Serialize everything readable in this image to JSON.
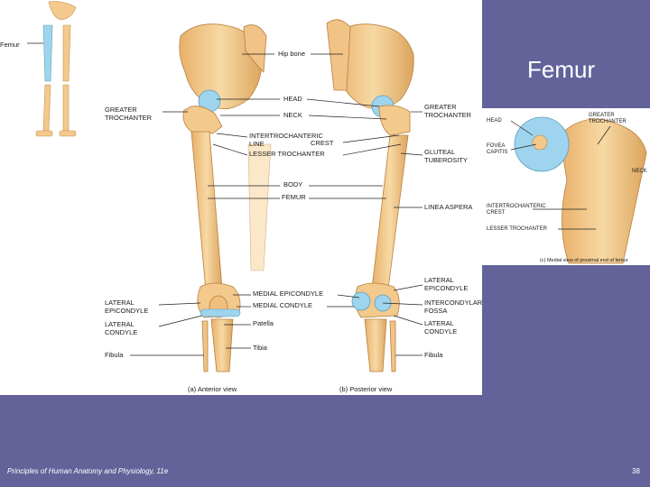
{
  "slide": {
    "title": "Femur",
    "footer": "Principles of Human Anatomy and Physiology, 11e",
    "page_number": "38"
  },
  "figure": {
    "thumb_label": "Femur",
    "labels": {
      "hip_bone": "Hip bone",
      "greater_trochanter_l": "GREATER\nTROCHANTER",
      "head_a": "HEAD",
      "neck_a": "NECK",
      "intertrochanteric_line": "INTERTROCHANTERIC\nLINE",
      "intertrochanteric_crest": "CREST",
      "lesser_trochanter": "LESSER TROCHANTER",
      "body": "BODY",
      "femur": "FEMUR",
      "lateral_epicondyle_l": "LATERAL\nEPICONDYLE",
      "lateral_condyle_l": "LATERAL\nCONDYLE",
      "fibula_l": "Fibula",
      "medial_epicondyle": "MEDIAL EPICONDYLE",
      "medial_condyle": "MEDIAL CONDYLE",
      "patella": "Patella",
      "tibia": "Tibia",
      "greater_trochanter_r": "GREATER\nTROCHANTER",
      "gluteal_tuberosity": "GLUTEAL\nTUBEROSITY",
      "linea_aspera": "LINEA ASPERA",
      "lateral_epicondyle_r": "LATERAL\nEPICONDYLE",
      "intercondylar_fossa": "INTERCONDYLAR\nFOSSA",
      "lateral_condyle_r": "LATERAL\nCONDYLE",
      "fibula_r": "Fibula"
    },
    "captions": {
      "anterior": "(a) Anterior view",
      "posterior": "(b) Posterior view"
    },
    "inset": {
      "head": "HEAD",
      "greater_trochanter": "GREATER\nTROCHANTER",
      "fovea_capitis": "FOVEA\nCAPITIS",
      "neck": "NECK",
      "intertrochanteric_crest": "INTERTROCHANTERIC\nCREST",
      "lesser_trochanter": "LESSER TROCHANTER",
      "caption": "(c) Medial view of proximal end of femur"
    }
  },
  "colors": {
    "background": "#63639a",
    "bone": "#f3c98c",
    "bone_dark": "#d9a35a",
    "cartilage": "#9fd4ee",
    "panel": "#ffffff"
  }
}
